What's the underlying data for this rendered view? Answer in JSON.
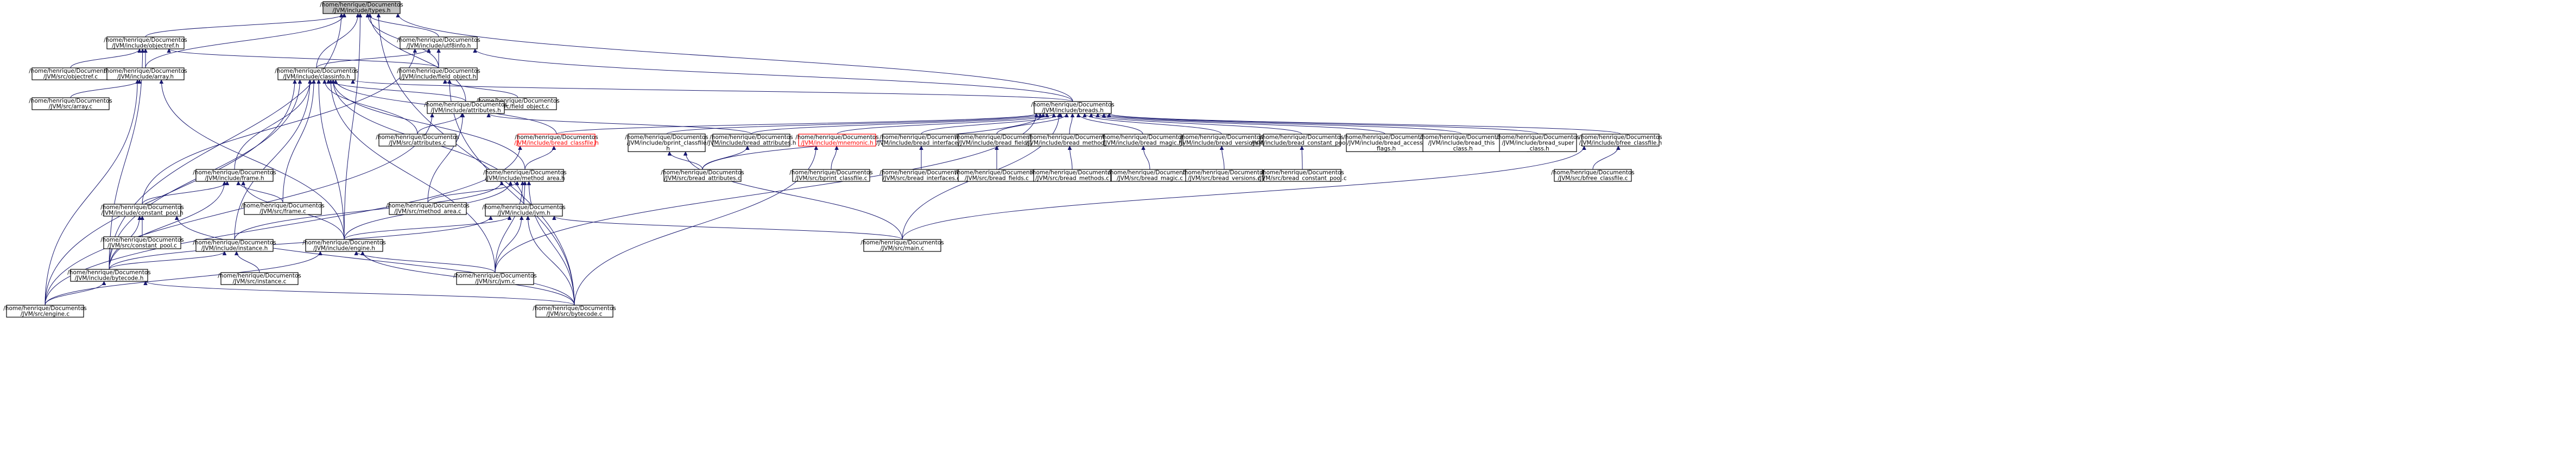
{
  "colors": {
    "edge": "#191970",
    "root_fill": "#bfbfbf",
    "red_node": "#ff0000",
    "node_border": "#000000"
  },
  "nodes": [
    {
      "id": "types_h",
      "lines": [
        "/home/henrique/Documentos",
        "/JVM/include/types.h"
      ],
      "root": true
    },
    {
      "id": "objectref_h",
      "lines": [
        "/home/henrique/Documentos",
        "/JVM/include/objectref.h"
      ]
    },
    {
      "id": "utf8info_h",
      "lines": [
        "/home/henrique/Documentos",
        "/JVM/include/utf8info.h"
      ]
    },
    {
      "id": "objectref_c",
      "lines": [
        "/home/henrique/Documentos",
        "/JVM/src/objectref.c"
      ]
    },
    {
      "id": "array_h",
      "lines": [
        "/home/henrique/Documentos",
        "/JVM/include/array.h"
      ]
    },
    {
      "id": "classinfo_h",
      "lines": [
        "/home/henrique/Documentos",
        "/JVM/include/classinfo.h"
      ]
    },
    {
      "id": "field_object_h",
      "lines": [
        "/home/henrique/Documentos",
        "/JVM/include/field_object.h"
      ]
    },
    {
      "id": "array_c",
      "lines": [
        "/home/henrique/Documentos",
        "/JVM/src/array.c"
      ]
    },
    {
      "id": "field_object_c",
      "lines": [
        "/home/henrique/Documentos",
        "/JVM/src/field_object.c"
      ]
    },
    {
      "id": "attributes_h",
      "lines": [
        "/home/henrique/Documentos",
        "/JVM/include/attributes.h"
      ]
    },
    {
      "id": "breads_h",
      "lines": [
        "/home/henrique/Documentos",
        "/JVM/include/breads.h"
      ]
    },
    {
      "id": "attributes_c",
      "lines": [
        "/home/henrique/Documentos",
        "/JVM/src/attributes.c"
      ]
    },
    {
      "id": "bread_classfile_h",
      "lines": [
        "/home/henrique/Documentos",
        "/JVM/include/bread_classfile.h"
      ],
      "red": true
    },
    {
      "id": "bprint_classfile_h",
      "lines": [
        "/home/henrique/Documentos",
        "/JVM/include/bprint_classfile",
        "_h"
      ]
    },
    {
      "id": "bread_attributes_h",
      "lines": [
        "/home/henrique/Documentos",
        "/JVM/include/bread_attributes.h"
      ]
    },
    {
      "id": "mnemonic_h",
      "lines": [
        "/home/henrique/Documentos",
        "/JVM/include/mnemonic.h"
      ],
      "red": true
    },
    {
      "id": "bread_interfaces_h",
      "lines": [
        "/home/henrique/Documentos",
        "/JVM/include/bread_interfaces.h"
      ]
    },
    {
      "id": "bread_fields_h",
      "lines": [
        "/home/henrique/Documentos",
        "/JVM/include/bread_fields.h"
      ]
    },
    {
      "id": "bread_methods_h",
      "lines": [
        "/home/henrique/Documentos",
        "/JVM/include/bread_methods.h"
      ]
    },
    {
      "id": "bread_magic_h",
      "lines": [
        "/home/henrique/Documentos",
        "/JVM/include/bread_magic.h"
      ]
    },
    {
      "id": "bread_versions_h",
      "lines": [
        "/home/henrique/Documentos",
        "/JVM/include/bread_versions.h"
      ]
    },
    {
      "id": "bread_constant_pool_h",
      "lines": [
        "/home/henrique/Documentos",
        "/JVM/include/bread_constant_pool.h"
      ]
    },
    {
      "id": "bread_access_flags_h",
      "lines": [
        "/home/henrique/Documentos",
        "/JVM/include/bread_access",
        "_flags.h"
      ]
    },
    {
      "id": "bread_this_class_h",
      "lines": [
        "/home/henrique/Documentos",
        "/JVM/include/bread_this",
        "_class.h"
      ]
    },
    {
      "id": "bread_super_class_h",
      "lines": [
        "/home/henrique/Documentos",
        "/JVM/include/bread_super",
        "_class.h"
      ]
    },
    {
      "id": "bfree_classfile_h",
      "lines": [
        "/home/henrique/Documentos",
        "/JVM/include/bfree_classfile.h"
      ]
    },
    {
      "id": "frame_h",
      "lines": [
        "/home/henrique/Documentos",
        "/JVM/include/frame.h"
      ]
    },
    {
      "id": "method_area_h",
      "lines": [
        "/home/henrique/Documentos",
        "/JVM/include/method_area.h"
      ]
    },
    {
      "id": "bread_attributes_c",
      "lines": [
        "/home/henrique/Documentos",
        "/JVM/src/bread_attributes.c"
      ]
    },
    {
      "id": "bprint_classfile_c",
      "lines": [
        "/home/henrique/Documentos",
        "/JVM/src/bprint_classfile.c"
      ]
    },
    {
      "id": "bread_interfaces_c",
      "lines": [
        "/home/henrique/Documentos",
        "/JVM/src/bread_interfaces.c"
      ]
    },
    {
      "id": "bread_fields_c",
      "lines": [
        "/home/henrique/Documentos",
        "/JVM/src/bread_fields.c"
      ]
    },
    {
      "id": "bread_methods_c",
      "lines": [
        "/home/henrique/Documentos",
        "/JVM/src/bread_methods.c"
      ]
    },
    {
      "id": "bread_magic_c",
      "lines": [
        "/home/henrique/Documentos",
        "/JVM/src/bread_magic.c"
      ]
    },
    {
      "id": "bread_versions_c",
      "lines": [
        "/home/henrique/Documentos",
        "/JVM/src/bread_versions.c"
      ]
    },
    {
      "id": "bread_constant_pool_c",
      "lines": [
        "/home/henrique/Documentos",
        "/JVM/src/bread_constant_pool.c"
      ]
    },
    {
      "id": "bfree_classfile_c",
      "lines": [
        "/home/henrique/Documentos",
        "/JVM/src/bfree_classfile.c"
      ]
    },
    {
      "id": "constant_pool_h",
      "lines": [
        "/home/henrique/Documentos",
        "/JVM/include/constant_pool.h"
      ]
    },
    {
      "id": "frame_c",
      "lines": [
        "/home/henrique/Documentos",
        "/JVM/src/frame.c"
      ]
    },
    {
      "id": "method_area_c",
      "lines": [
        "/home/henrique/Documentos",
        "/JVM/src/method_area.c"
      ]
    },
    {
      "id": "jvm_h",
      "lines": [
        "/home/henrique/Documentos",
        "/JVM/include/jvm.h"
      ]
    },
    {
      "id": "constant_pool_c",
      "lines": [
        "/home/henrique/Documentos",
        "/JVM/src/constant_pool.c"
      ]
    },
    {
      "id": "instance_h",
      "lines": [
        "/home/henrique/Documentos",
        "/JVM/include/instance.h"
      ]
    },
    {
      "id": "engine_h",
      "lines": [
        "/home/henrique/Documentos",
        "/JVM/include/engine.h"
      ]
    },
    {
      "id": "main_c",
      "lines": [
        "/home/henrique/Documentos",
        "/JVM/src/main.c"
      ]
    },
    {
      "id": "bytecode_h",
      "lines": [
        "/home/henrique/Documentos",
        "/JVM/include/bytecode.h"
      ]
    },
    {
      "id": "instance_c",
      "lines": [
        "/home/henrique/Documentos",
        "/JVM/src/instance.c"
      ]
    },
    {
      "id": "jvm_c",
      "lines": [
        "/home/henrique/Documentos",
        "/JVM/src/jvm.c"
      ]
    },
    {
      "id": "engine_c",
      "lines": [
        "/home/henrique/Documentos",
        "/JVM/src/engine.c"
      ]
    },
    {
      "id": "bytecode_c",
      "lines": [
        "/home/henrique/Documentos",
        "/JVM/src/bytecode.c"
      ]
    }
  ],
  "edges": [
    [
      "types_h",
      "objectref_h"
    ],
    [
      "types_h",
      "utf8info_h"
    ],
    [
      "types_h",
      "array_h"
    ],
    [
      "types_h",
      "classinfo_h"
    ],
    [
      "types_h",
      "field_object_h"
    ],
    [
      "types_h",
      "attributes_h"
    ],
    [
      "types_h",
      "breads_h"
    ],
    [
      "types_h",
      "engine_h"
    ],
    [
      "types_h",
      "bytecode_h"
    ],
    [
      "types_h",
      "bytecode_c"
    ],
    [
      "objectref_h",
      "objectref_c"
    ],
    [
      "objectref_h",
      "array_h"
    ],
    [
      "objectref_h",
      "field_object_h"
    ],
    [
      "objectref_h",
      "bytecode_h"
    ],
    [
      "utf8info_h",
      "classinfo_h"
    ],
    [
      "utf8info_h",
      "field_object_h"
    ],
    [
      "utf8info_h",
      "breads_h"
    ],
    [
      "utf8info_h",
      "constant_pool_h"
    ],
    [
      "array_h",
      "array_c"
    ],
    [
      "array_h",
      "engine_h"
    ],
    [
      "array_h",
      "engine_c"
    ],
    [
      "classinfo_h",
      "attributes_h"
    ],
    [
      "classinfo_h",
      "breads_h"
    ],
    [
      "classinfo_h",
      "bread_classfile_h"
    ],
    [
      "classinfo_h",
      "attributes_c"
    ],
    [
      "classinfo_h",
      "frame_h"
    ],
    [
      "classinfo_h",
      "method_area_h"
    ],
    [
      "classinfo_h",
      "frame_c"
    ],
    [
      "classinfo_h",
      "engine_h"
    ],
    [
      "classinfo_h",
      "instance_h"
    ],
    [
      "classinfo_h",
      "jvm_c"
    ],
    [
      "classinfo_h",
      "jvm_h"
    ],
    [
      "classinfo_h",
      "engine_c"
    ],
    [
      "classinfo_h",
      "bytecode_h"
    ],
    [
      "field_object_h",
      "field_object_c"
    ],
    [
      "field_object_h",
      "bytecode_c"
    ],
    [
      "attributes_h",
      "attributes_c"
    ],
    [
      "attributes_h",
      "bread_attributes_h"
    ],
    [
      "attributes_h",
      "method_area_c"
    ],
    [
      "attributes_h",
      "engine_c"
    ],
    [
      "breads_h",
      "bread_classfile_h"
    ],
    [
      "breads_h",
      "bprint_classfile_h"
    ],
    [
      "breads_h",
      "bread_attributes_h"
    ],
    [
      "breads_h",
      "mnemonic_h"
    ],
    [
      "breads_h",
      "bread_interfaces_h"
    ],
    [
      "breads_h",
      "bread_fields_h"
    ],
    [
      "breads_h",
      "bread_methods_h"
    ],
    [
      "breads_h",
      "bread_magic_h"
    ],
    [
      "breads_h",
      "bread_versions_h"
    ],
    [
      "breads_h",
      "bread_constant_pool_h"
    ],
    [
      "breads_h",
      "bread_access_flags_h"
    ],
    [
      "breads_h",
      "bread_this_class_h"
    ],
    [
      "breads_h",
      "bread_super_class_h"
    ],
    [
      "breads_h",
      "bfree_classfile_h"
    ],
    [
      "breads_h",
      "main_c"
    ],
    [
      "breads_h",
      "bread_attributes_c"
    ],
    [
      "breads_h",
      "jvm_c"
    ],
    [
      "bread_classfile_h",
      "method_area_h"
    ],
    [
      "bread_classfile_h",
      "engine_c"
    ],
    [
      "bprint_classfile_h",
      "bread_attributes_c"
    ],
    [
      "bprint_classfile_h",
      "main_c"
    ],
    [
      "bread_attributes_h",
      "bread_attributes_c"
    ],
    [
      "mnemonic_h",
      "bprint_classfile_c"
    ],
    [
      "mnemonic_h",
      "bytecode_c"
    ],
    [
      "bread_interfaces_h",
      "bread_interfaces_c"
    ],
    [
      "bread_fields_h",
      "bread_fields_c"
    ],
    [
      "bread_methods_h",
      "bread_methods_c"
    ],
    [
      "bread_magic_h",
      "bread_magic_c"
    ],
    [
      "bread_versions_h",
      "bread_versions_c"
    ],
    [
      "bread_constant_pool_h",
      "bread_constant_pool_c"
    ],
    [
      "bfree_classfile_h",
      "bfree_classfile_c"
    ],
    [
      "bfree_classfile_h",
      "main_c"
    ],
    [
      "frame_h",
      "frame_c"
    ],
    [
      "frame_h",
      "constant_pool_h"
    ],
    [
      "frame_h",
      "engine_h"
    ],
    [
      "frame_h",
      "bytecode_h"
    ],
    [
      "method_area_h",
      "method_area_c"
    ],
    [
      "method_area_h",
      "jvm_h"
    ],
    [
      "method_area_h",
      "engine_h"
    ],
    [
      "method_area_h",
      "instance_h"
    ],
    [
      "method_area_h",
      "jvm_c"
    ],
    [
      "method_area_h",
      "bytecode_c"
    ],
    [
      "constant_pool_h",
      "constant_pool_c"
    ],
    [
      "constant_pool_h",
      "bytecode_h"
    ],
    [
      "constant_pool_h",
      "bytecode_c"
    ],
    [
      "jvm_h",
      "main_c"
    ],
    [
      "jvm_h",
      "engine_h"
    ],
    [
      "jvm_h",
      "jvm_c"
    ],
    [
      "jvm_h",
      "bytecode_h"
    ],
    [
      "jvm_h",
      "bytecode_c"
    ],
    [
      "instance_h",
      "instance_c"
    ],
    [
      "instance_h",
      "bytecode_h"
    ],
    [
      "engine_h",
      "jvm_c"
    ],
    [
      "engine_h",
      "engine_c"
    ],
    [
      "engine_h",
      "bytecode_c"
    ],
    [
      "bytecode_h",
      "engine_c"
    ],
    [
      "bytecode_h",
      "bytecode_c"
    ]
  ]
}
